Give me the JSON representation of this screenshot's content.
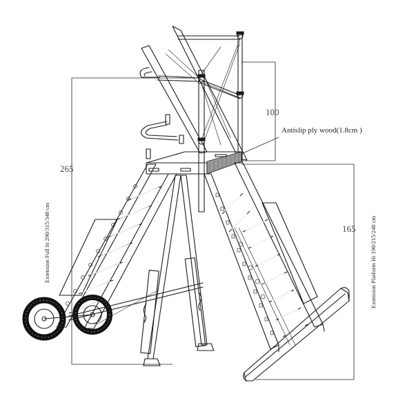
{
  "labels": {
    "dim_100": "100",
    "dim_265": "265",
    "dim_165": "165",
    "antislip": "Antislip ply wood(1.8cm )",
    "extension_full": "Extension Full ht 290/315/340 cm",
    "extension_platform": "Extension Platform Ht 190/215/240 cm"
  },
  "colors": {
    "ink": "#1a1a1a",
    "background": "#ffffff"
  }
}
